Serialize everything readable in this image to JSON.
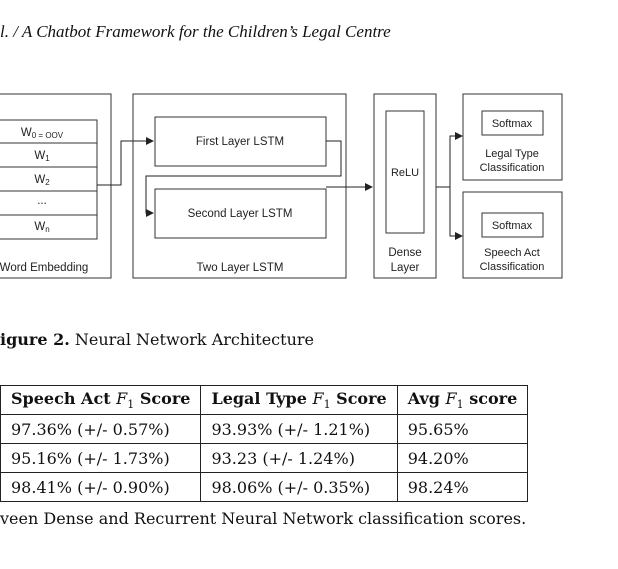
{
  "header": {
    "running_title": "l. / A Chatbot Framework for the Children’s Legal Centre"
  },
  "diagram": {
    "embedding": {
      "words": [
        {
          "base": "W",
          "sub": "0 = OOV"
        },
        {
          "base": "W",
          "sub": "1"
        },
        {
          "base": "W",
          "sub": "2"
        },
        {
          "base": "...",
          "sub": ""
        },
        {
          "base": "W",
          "sub": "n"
        }
      ],
      "label": "Word Embedding"
    },
    "lstm": {
      "first": "First Layer LSTM",
      "second": "Second Layer LSTM",
      "label": "Two Layer LSTM"
    },
    "dense": {
      "inner": "ReLU",
      "label_line1": "Dense",
      "label_line2": "Layer"
    },
    "outputs": [
      {
        "softmax": "Softmax",
        "line1": "Legal Type",
        "line2": "Classification"
      },
      {
        "softmax": "Softmax",
        "line1": "Speech Act",
        "line2": "Classification"
      }
    ]
  },
  "figure_caption": {
    "label": "igure 2.",
    "text": "Neural Network Architecture"
  },
  "table": {
    "headers": [
      {
        "prefix": "Speech Act ",
        "var": "F",
        "sub": "1",
        "suffix": " Score"
      },
      {
        "prefix": "Legal Type ",
        "var": "F",
        "sub": "1",
        "suffix": " Score"
      },
      {
        "prefix": "Avg ",
        "var": "F",
        "sub": "1",
        "suffix": " score"
      }
    ],
    "rows": [
      [
        "97.36% (+/- 0.57%)",
        "93.93% (+/- 1.21%)",
        "95.65%"
      ],
      [
        "95.16% (+/- 1.73%)",
        "93.23 (+/- 1.24%)",
        "94.20%"
      ],
      [
        "98.41% (+/- 0.90%)",
        "98.06% (+/- 0.35%)",
        "98.24%"
      ]
    ]
  },
  "table_caption": "veen Dense and Recurrent Neural Network classification scores."
}
